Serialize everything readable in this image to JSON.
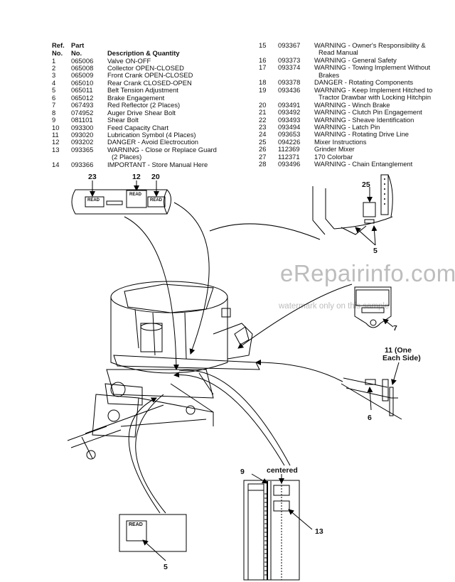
{
  "header": {
    "ref_line1": "Ref.",
    "ref_line2": "No.",
    "part_line1": "Part",
    "part_line2": "No.",
    "desc": "Description & Quantity"
  },
  "parts_left": [
    {
      "ref": "1",
      "part": "065006",
      "desc": "Valve ON-OFF"
    },
    {
      "ref": "2",
      "part": "065008",
      "desc": "Collector OPEN-CLOSED"
    },
    {
      "ref": "3",
      "part": "065009",
      "desc": "Front Crank OPEN-CLOSED"
    },
    {
      "ref": "4",
      "part": "065010",
      "desc": "Rear Crank CLOSED-OPEN"
    },
    {
      "ref": "5",
      "part": "065011",
      "desc": "Belt Tension Adjustment"
    },
    {
      "ref": "6",
      "part": "065012",
      "desc": "Brake Engagement"
    },
    {
      "ref": "7",
      "part": "067493",
      "desc": "Red Reflector (2 Places)"
    },
    {
      "ref": "8",
      "part": "074952",
      "desc": "Auger Drive Shear Bolt"
    },
    {
      "ref": "9",
      "part": "081101",
      "desc": "Shear Bolt"
    },
    {
      "ref": "10",
      "part": "093300",
      "desc": "Feed Capacity Chart"
    },
    {
      "ref": "11",
      "part": "093020",
      "desc": "Lubrication Symbol (4 Places)"
    },
    {
      "ref": "12",
      "part": "093202",
      "desc": "DANGER - Avoid Electrocution"
    },
    {
      "ref": "13",
      "part": "093365",
      "desc": "WARNING - Close or Replace Guard",
      "desc2": "(2 Places)"
    },
    {
      "ref": "14",
      "part": "093366",
      "desc": "IMPORTANT - Store Manual Here"
    }
  ],
  "parts_right": [
    {
      "ref": "15",
      "part": "093367",
      "desc": "WARNING - Owner's Responsibility &",
      "desc2": "Read Manual"
    },
    {
      "ref": "16",
      "part": "093373",
      "desc": "WARNING - General Safety"
    },
    {
      "ref": "17",
      "part": "093374",
      "desc": "WARNING - Towing Implement Without",
      "desc2": "Brakes"
    },
    {
      "ref": "18",
      "part": "093378",
      "desc": "DANGER - Rotating Components"
    },
    {
      "ref": "19",
      "part": "093436",
      "desc": "WARNING - Keep Implement Hitched to",
      "desc2": "Tractor Drawbar with Locking Hitchpin"
    },
    {
      "ref": "20",
      "part": "093491",
      "desc": "WARNING - Winch Brake"
    },
    {
      "ref": "21",
      "part": "093492",
      "desc": "WARNING - Clutch Pin Engagement"
    },
    {
      "ref": "22",
      "part": "093493",
      "desc": "WARNING - Sheave Identification"
    },
    {
      "ref": "23",
      "part": "093494",
      "desc": "WARNING - Latch Pin"
    },
    {
      "ref": "24",
      "part": "093653",
      "desc": "WARNING - Rotating Drive Line"
    },
    {
      "ref": "25",
      "part": "094226",
      "desc": "Mixer Instructions"
    },
    {
      "ref": "26",
      "part": "112369",
      "desc": "Grinder Mixer"
    },
    {
      "ref": "27",
      "part": "112371",
      "desc": "170 Colorbar"
    },
    {
      "ref": "28",
      "part": "093496",
      "desc": "WARNING - Chain Entanglement"
    }
  ],
  "callouts": {
    "c23": "23",
    "c12": "12",
    "c20": "20",
    "c25": "25",
    "c5a": "5",
    "c7": "7",
    "c11": "11 (One",
    "c11b": "Each Side)",
    "c6": "6",
    "c9": "9",
    "centered": "centered",
    "c13": "13",
    "c5b": "5"
  },
  "decal_text": {
    "read1": "READ",
    "read2": "READ",
    "read3": "READ",
    "read4": "READ"
  },
  "watermark": {
    "main": "eRepairinfo.com",
    "sub": "watermark only on this sample"
  }
}
